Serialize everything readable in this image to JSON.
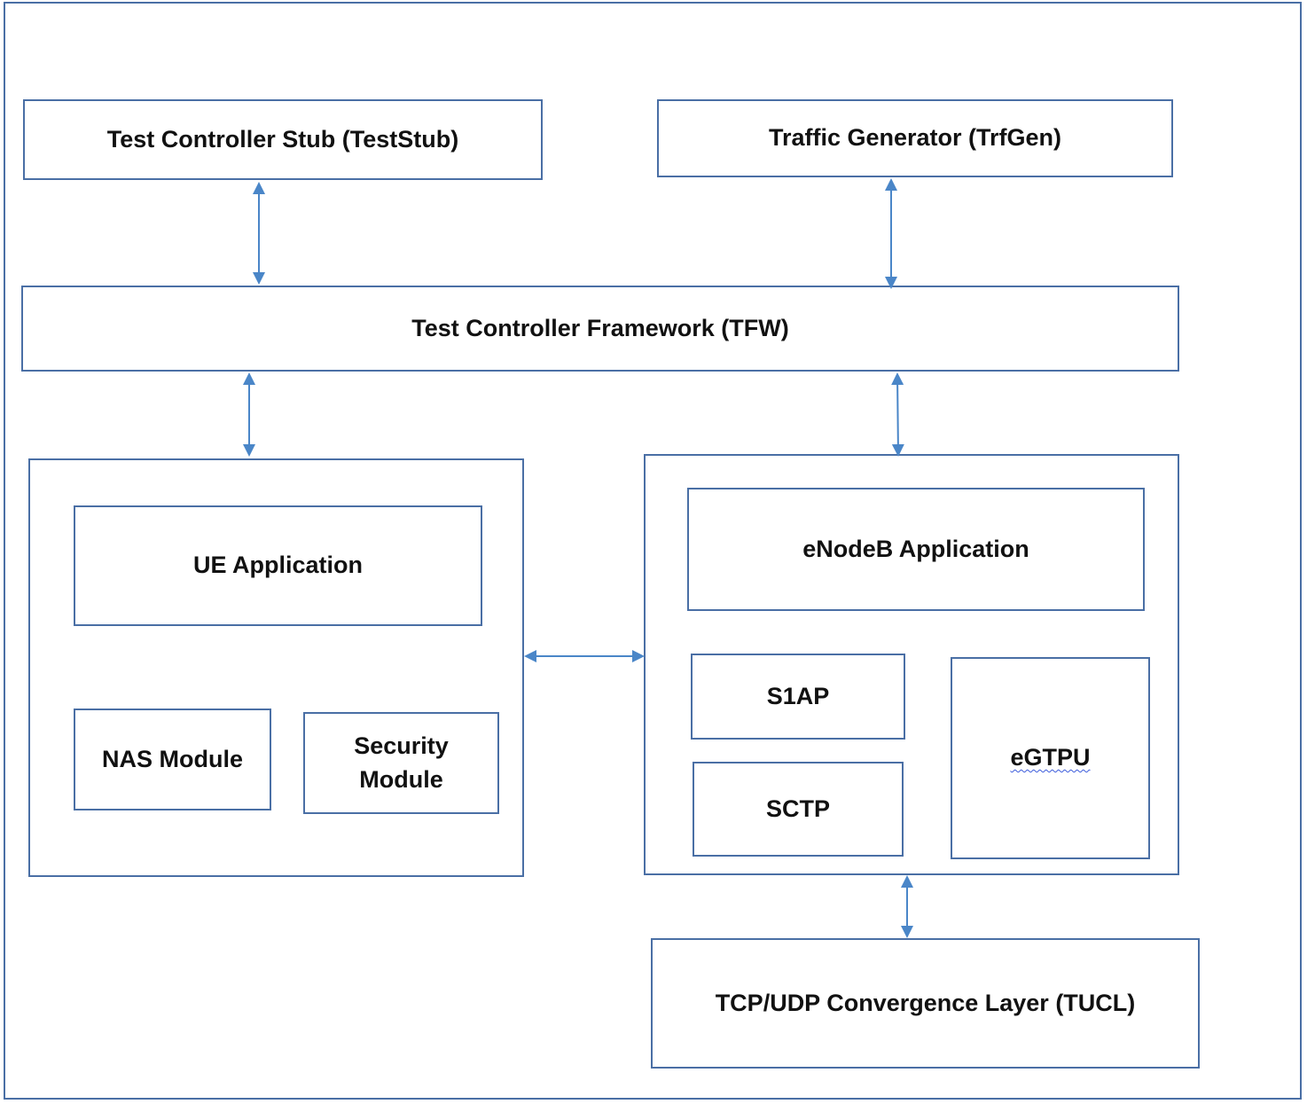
{
  "nodes": {
    "teststub": "Test Controller Stub (TestStub)",
    "trfgen": "Traffic Generator (TrfGen)",
    "tfw": "Test Controller Framework (TFW)",
    "ue_app": "UE Application",
    "nas": "NAS Module",
    "security_line1": "Security",
    "security_line2": "Module",
    "enodeb_app": "eNodeB Application",
    "s1ap": "S1AP",
    "sctp": "SCTP",
    "egtpu": "eGTPU",
    "tucl": "TCP/UDP Convergence Layer (TUCL)"
  },
  "colors": {
    "border": "#4a6fa5",
    "arrow": "#4a86c8"
  }
}
